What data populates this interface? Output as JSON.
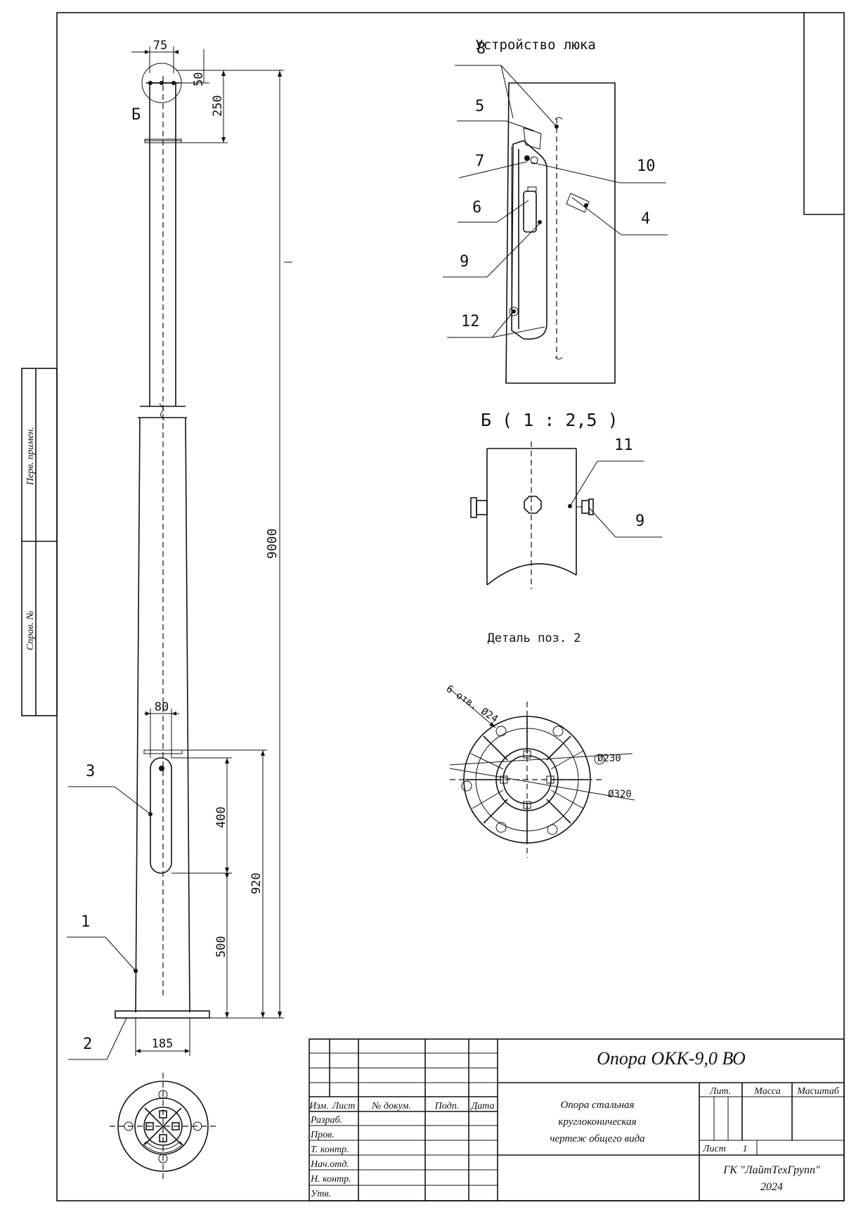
{
  "dims": {
    "d75": "75",
    "d50": "50",
    "d250": "250",
    "d9000": "9000",
    "d80": "80",
    "d400": "400",
    "d920": "920",
    "d500": "500",
    "d185": "185",
    "view_b": "Б"
  },
  "positions": {
    "p1": "1",
    "p2": "2",
    "p3": "3",
    "p4": "4",
    "p5": "5",
    "p6": "6",
    "p7": "7",
    "p8": "8",
    "p9": "9",
    "p10": "10",
    "p11": "11",
    "p12": "12"
  },
  "views": {
    "hatch_title": "Устройство люка",
    "view_b_title": "Б ( 1 : 2,5 )",
    "detail_title": "Деталь поз. 2",
    "holes": "6 отв. Ø24",
    "dia230": "Ø230",
    "dia320": "Ø320"
  },
  "side_stamp": {
    "first_use": "Перв. примен.",
    "ref_no": "Справ. №"
  },
  "title_block": {
    "title": "Опора ОКК-9,0 ВО",
    "description": [
      "Опора стальная",
      "круглоконическая",
      "чертеж общего вида"
    ],
    "col_headers": [
      "Изм.",
      "Лист",
      "№ докум.",
      "Подп.",
      "Дата"
    ],
    "roles": [
      "Разраб.",
      "Пров.",
      "Т. контр.",
      "Нач.отд.",
      "Н. контр.",
      "Утв."
    ],
    "lit": "Лит.",
    "mass": "Масса",
    "scale": "Масштаб",
    "sheet_label": "Лист",
    "sheet_no": "1",
    "company": "ГК \"ЛайтТехГрупп\"",
    "year": "2024"
  },
  "colors": {
    "ink": "#111111",
    "paper": "#ffffff"
  }
}
